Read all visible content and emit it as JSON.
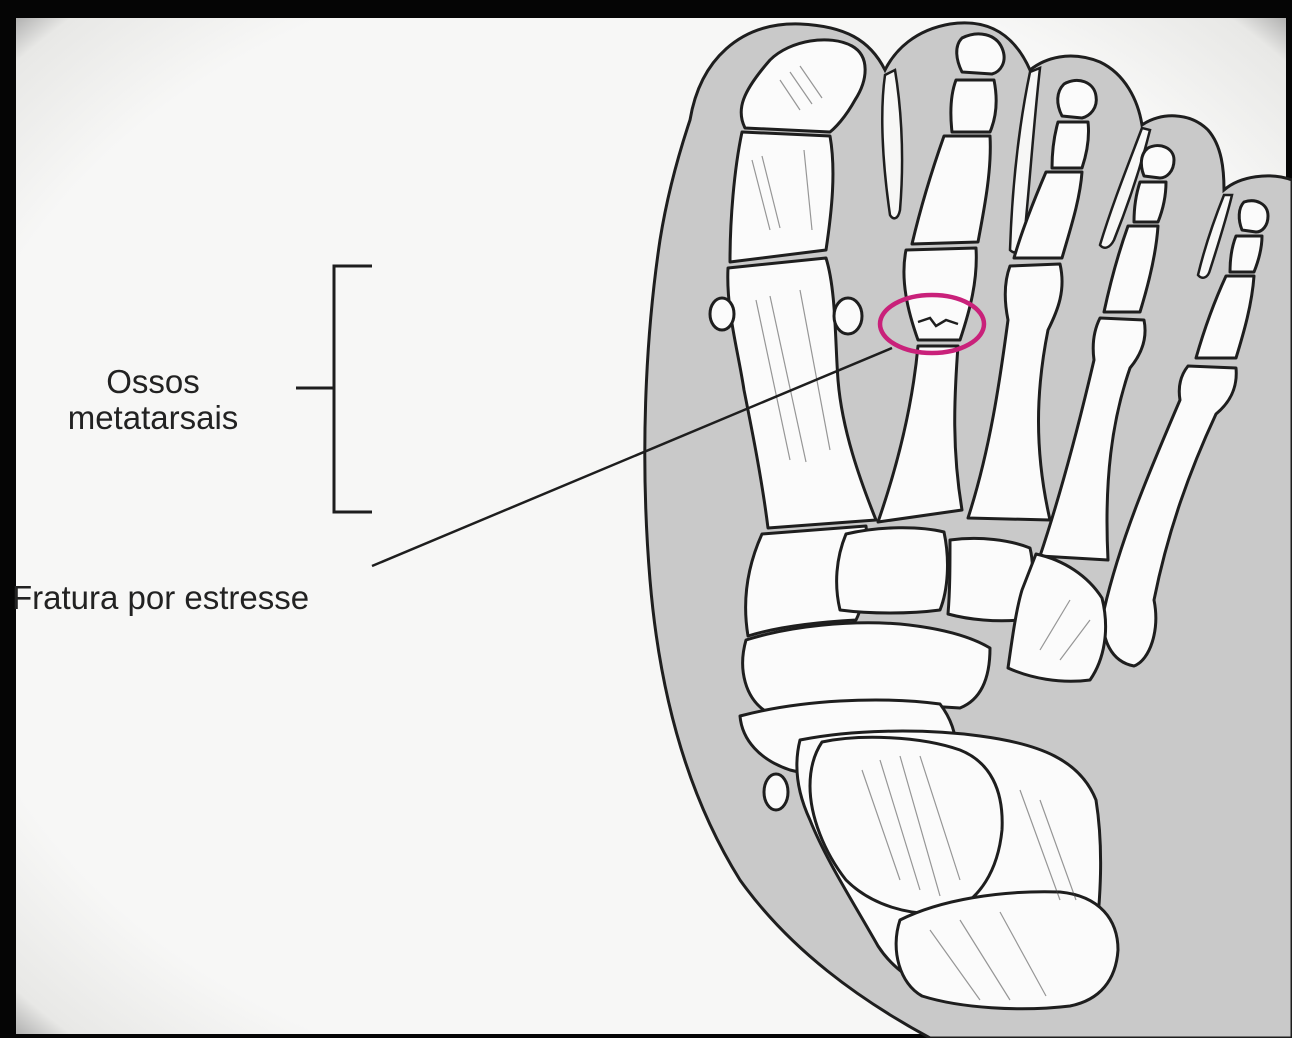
{
  "labels": {
    "metatarsals_line1": "Ossos",
    "metatarsals_line2": "metatarsais",
    "stress_fracture": "Fratura por estresse"
  },
  "colors": {
    "border": "#050505",
    "paper": "#f7f7f6",
    "skin": "#c9c9c9",
    "bone": "#fbfbfb",
    "outline": "#1e1e1e",
    "fracture_highlight": "#c9217a"
  },
  "icons": {
    "foot": "foot-skeleton-illustration",
    "highlight": "fracture-highlight-circle"
  }
}
